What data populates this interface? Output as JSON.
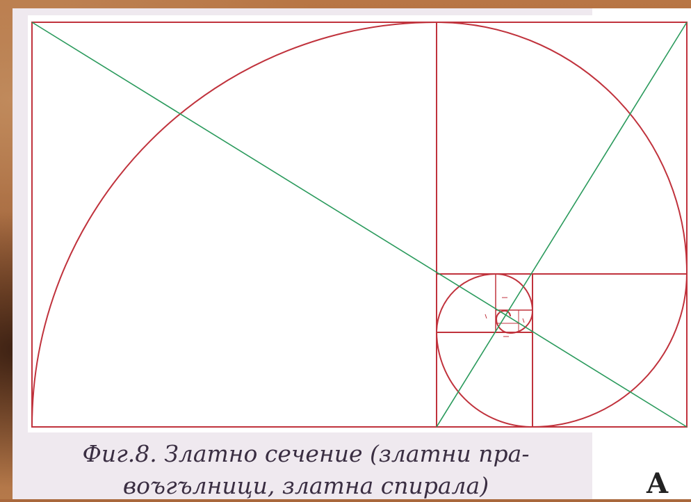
{
  "figure": {
    "caption_line1": "Фиг.8. Златно сечение (златни пра-",
    "caption_line2": "воъгълници, златна спирала)"
  },
  "corner_text": "A",
  "colors": {
    "frame": "#c0323c",
    "diagonal": "#2a9a5c",
    "page": "#ffffff",
    "caption": "#3a2e42",
    "background": "#a9683c"
  }
}
